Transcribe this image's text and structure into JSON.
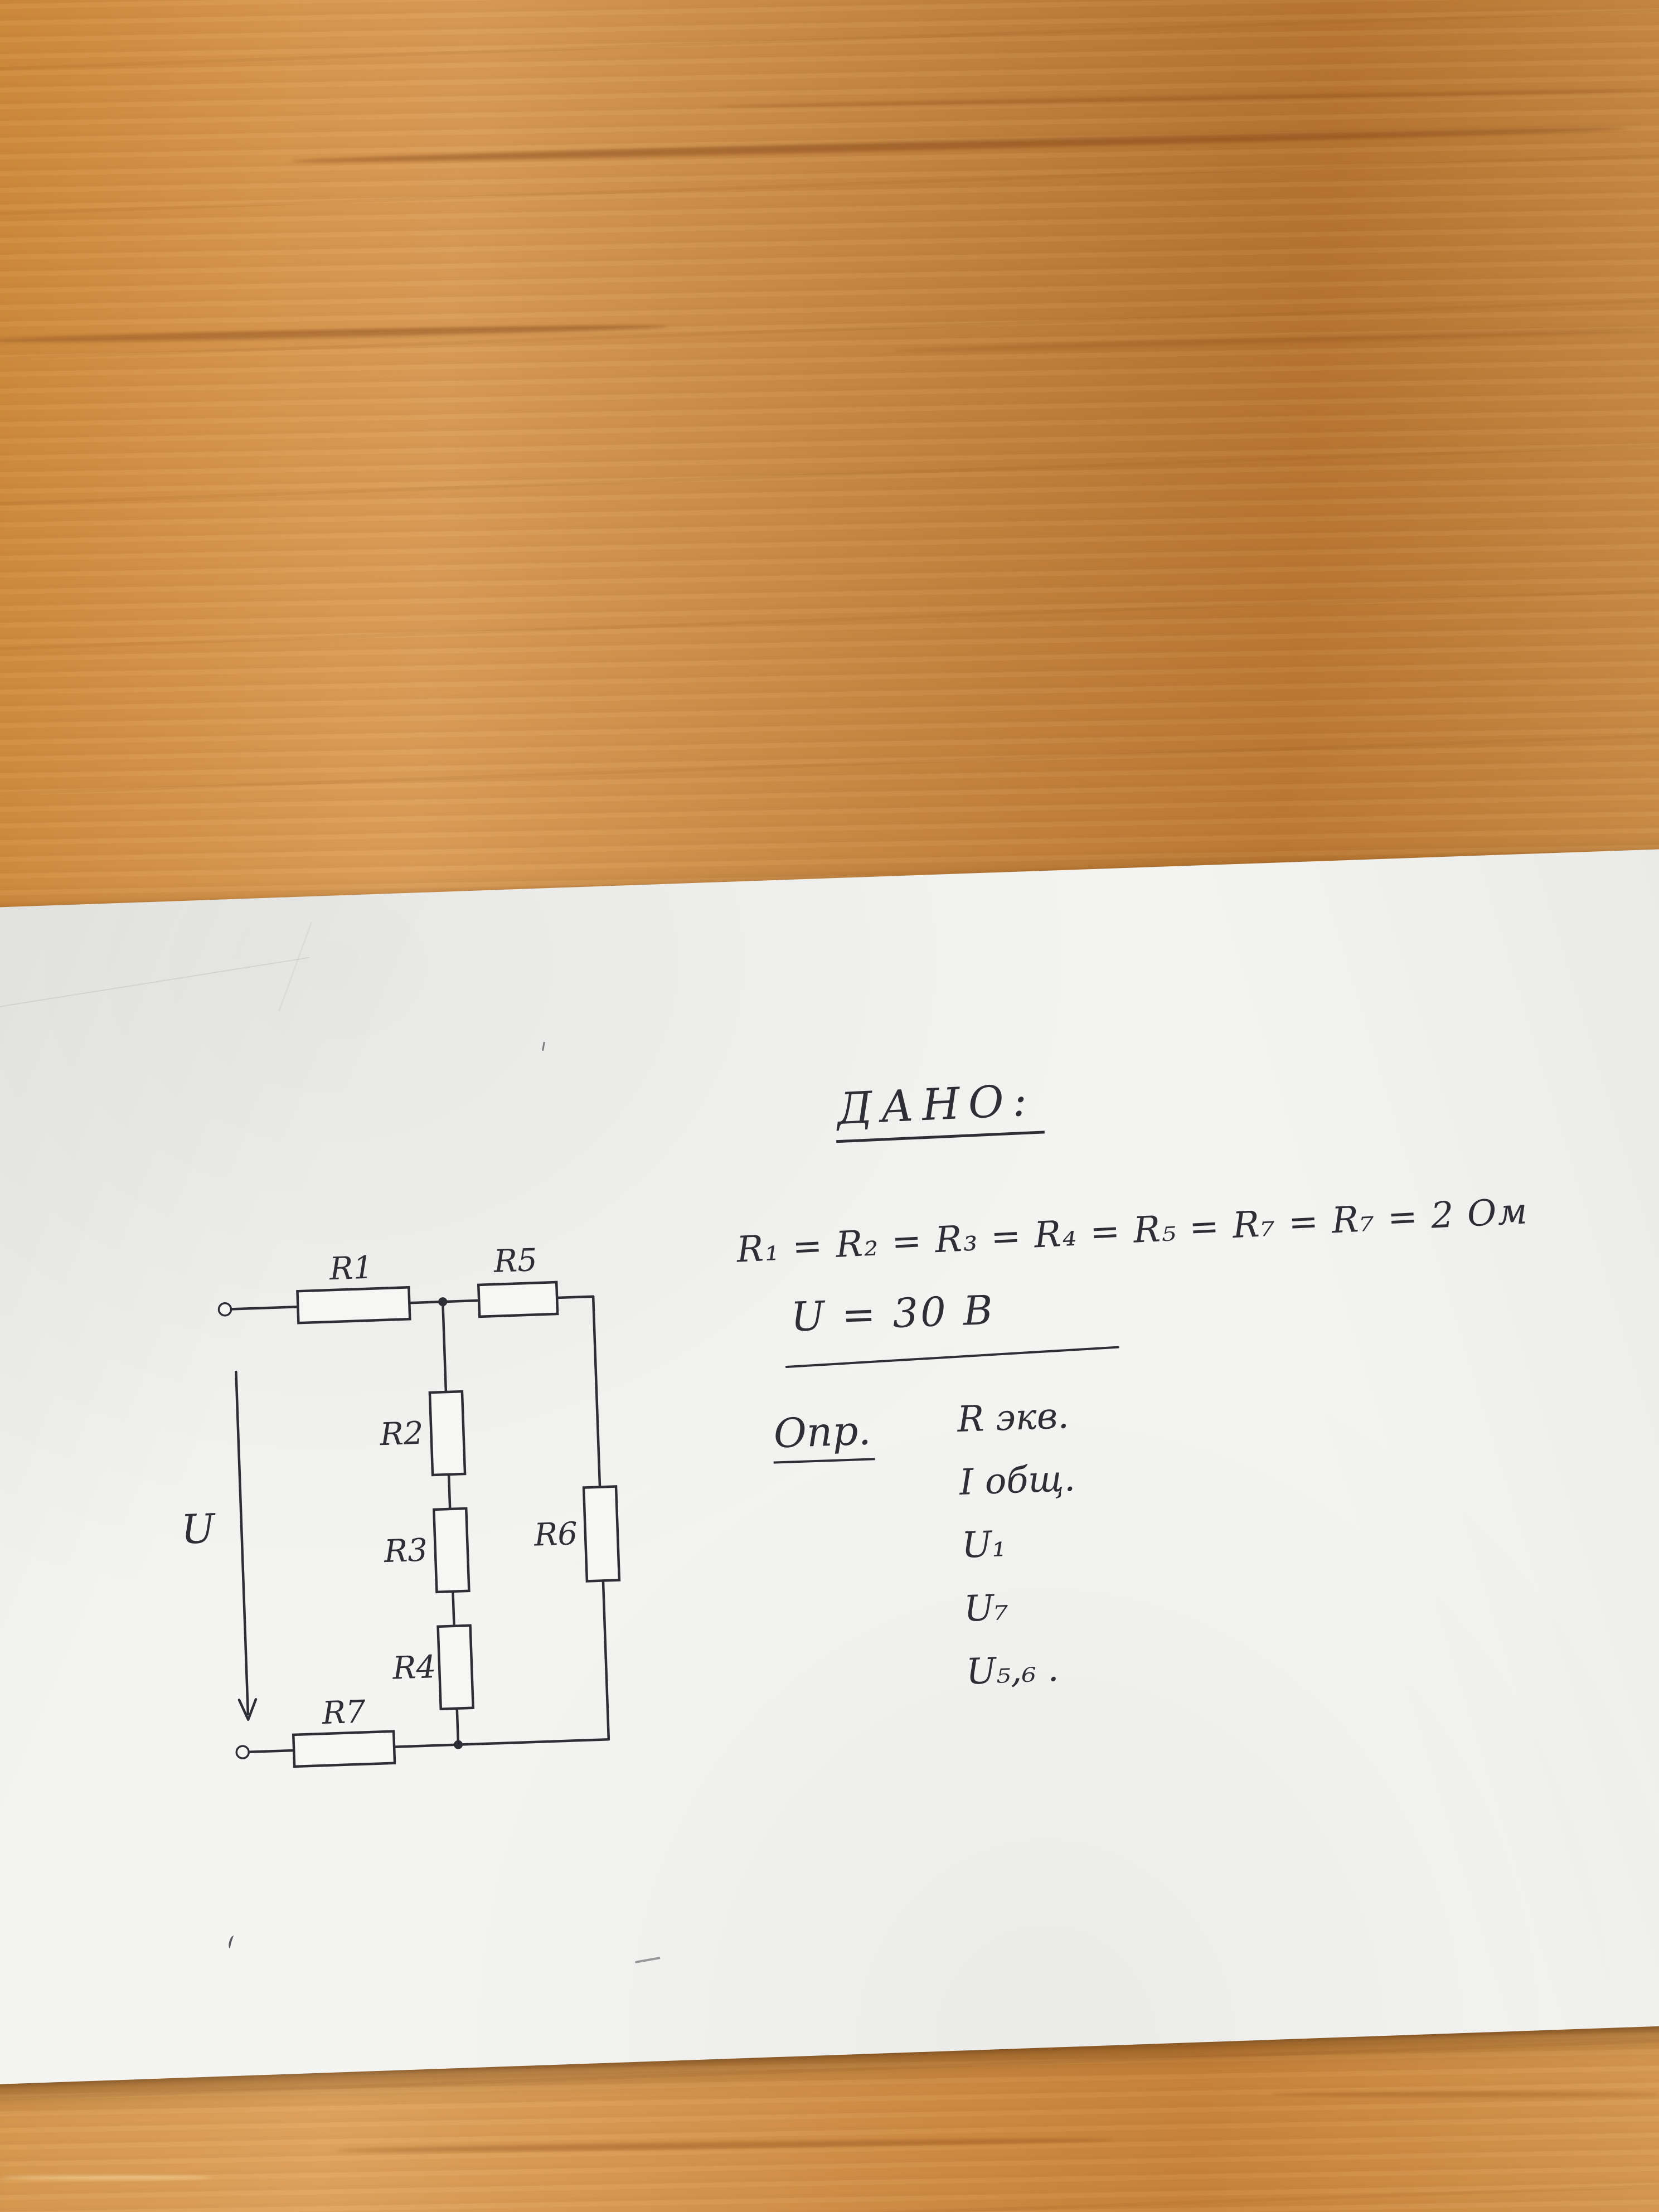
{
  "photo": {
    "heading": "ДАНО:",
    "given_line1": "R₁ = R₂ = R₃ = R₄ = R₅ = R₇ = R₇ = 2  Ом",
    "given_line2": "U = 30 В",
    "find_label": "Опр.",
    "find_items": [
      "R экв.",
      "I общ.",
      "U₁",
      "U₇",
      "U₅,₆ ."
    ],
    "circuit_labels": {
      "u": "U",
      "r1": "R1",
      "r2": "R2",
      "r3": "R3",
      "r4": "R4",
      "r5": "R5",
      "r6": "R6",
      "r7": "R7"
    },
    "colors": {
      "ink": "#2e2e36",
      "paper": "#f4f4f2",
      "desk": "#d2924a"
    }
  }
}
